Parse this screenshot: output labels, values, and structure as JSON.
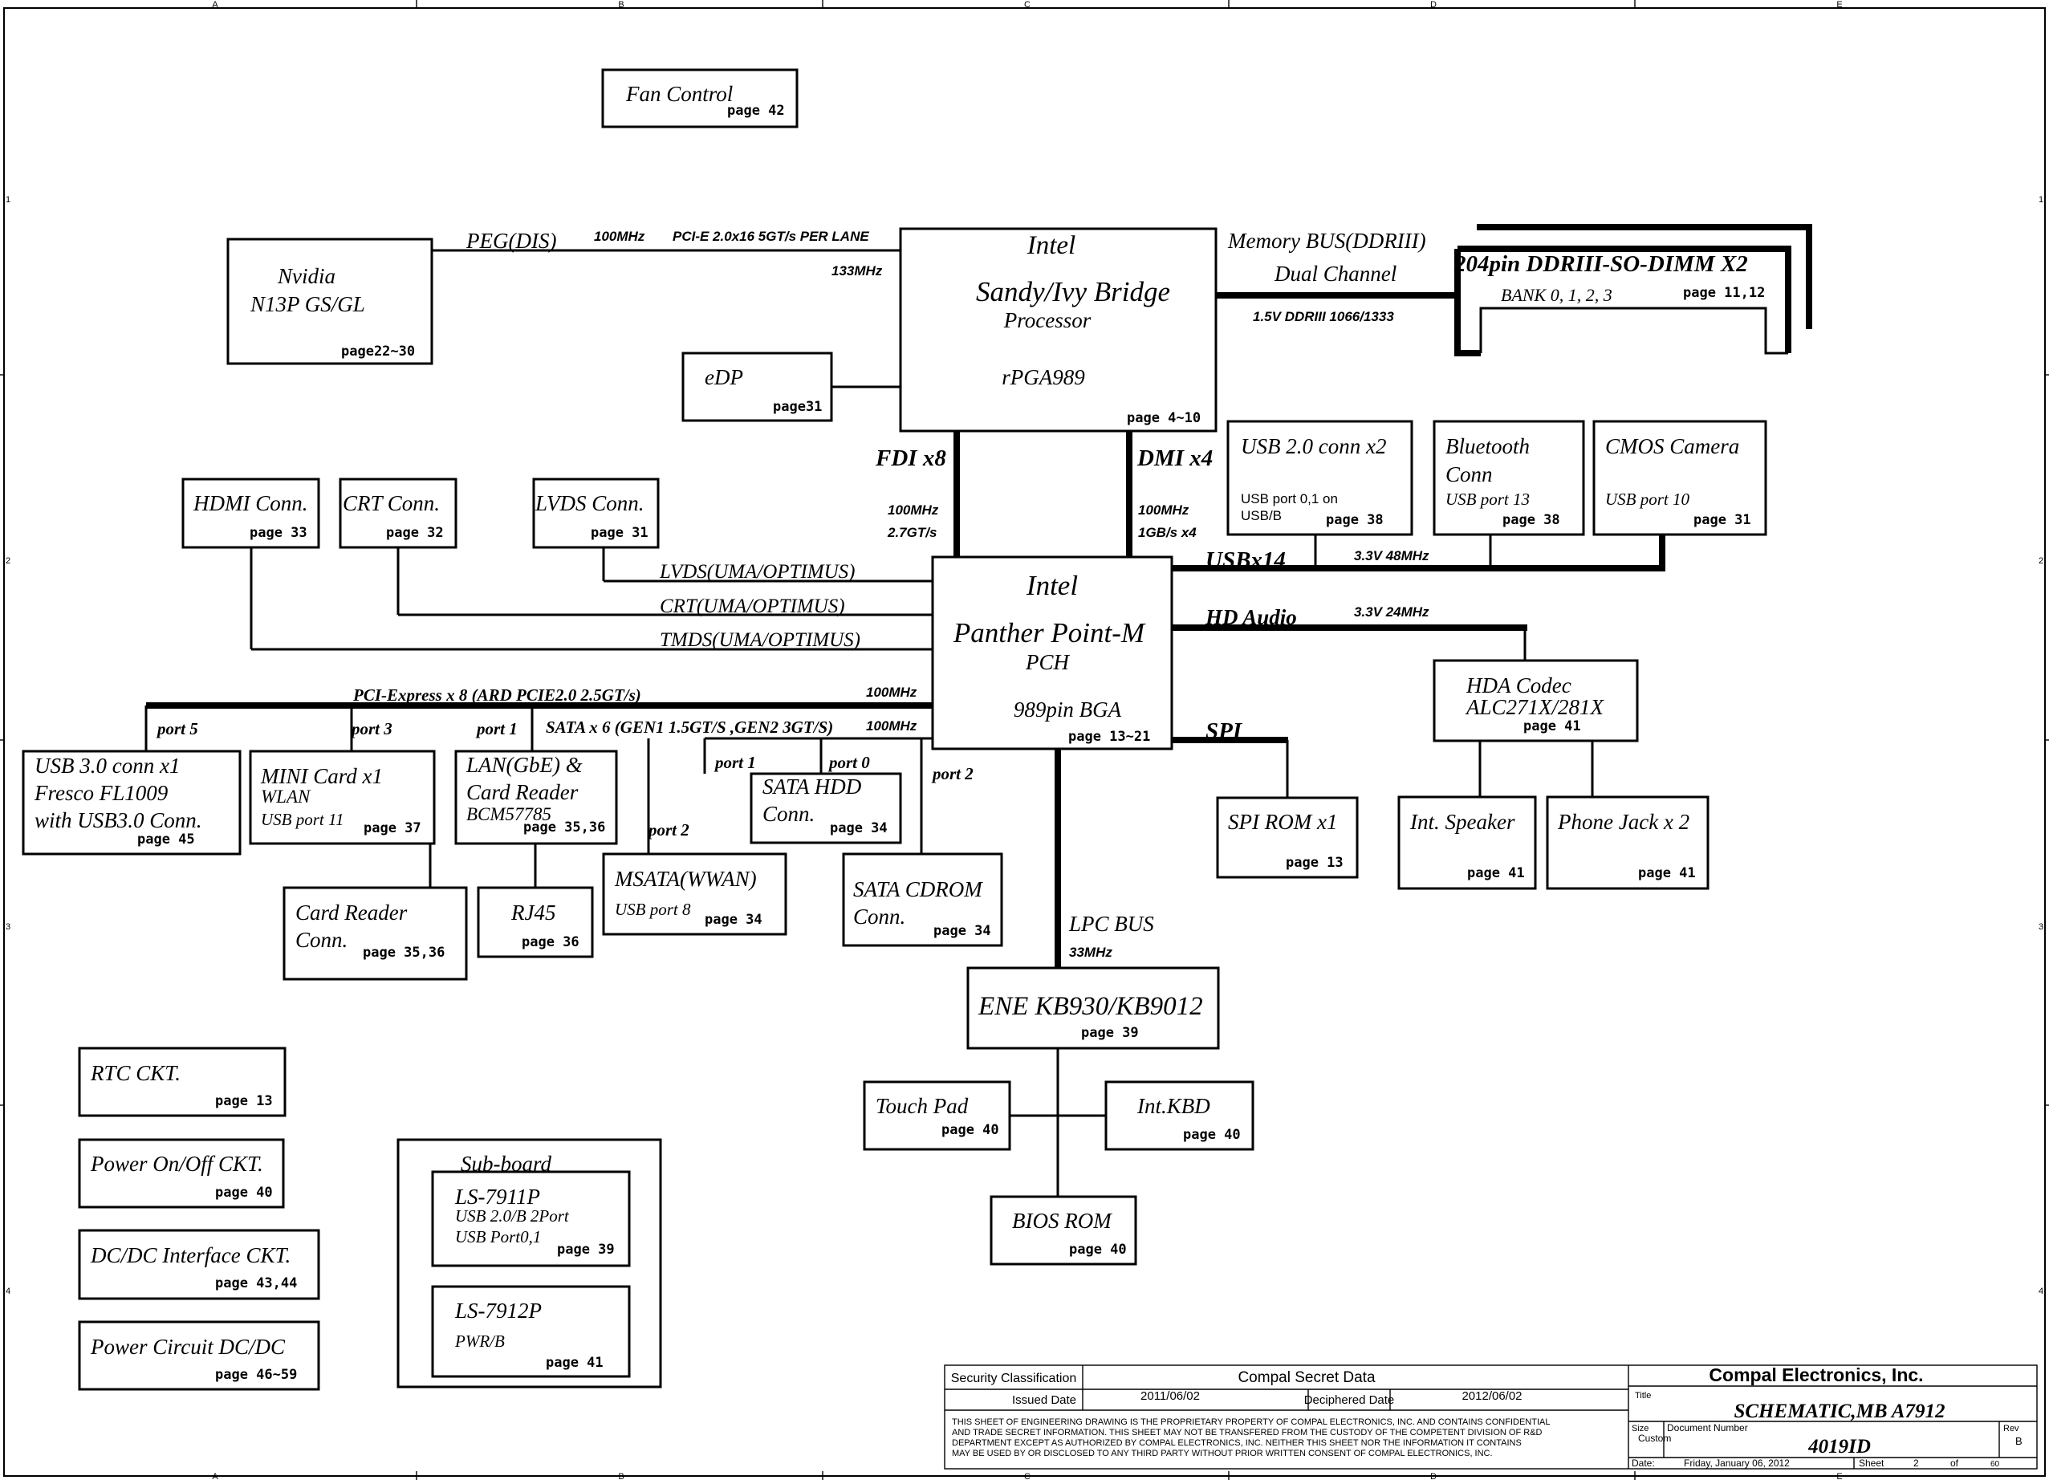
{
  "grid": {
    "columns": [
      "A",
      "B",
      "C",
      "D",
      "E"
    ],
    "rows": [
      "1",
      "2",
      "3",
      "4"
    ]
  },
  "blocks": {
    "fan": {
      "title": "Fan Control",
      "page": "page 42"
    },
    "nvidia": {
      "line1": "Nvidia",
      "line2": "N13P GS/GL",
      "page": "page22~30"
    },
    "cpu": {
      "line1": "Intel",
      "line2": "Sandy/Ivy Bridge",
      "line3": "Processor",
      "line4": "rPGA989",
      "page": "page 4~10"
    },
    "edp": {
      "title": "eDP",
      "page": "page31"
    },
    "dimm": {
      "title": "204pin DDRIII-SO-DIMM X2",
      "sub": "BANK 0, 1, 2, 3",
      "page": "page 11,12"
    },
    "usb20": {
      "title": "USB 2.0 conn x2",
      "sub1": "USB port 0,1 on",
      "sub2": "USB/B",
      "page": "page 38"
    },
    "bt": {
      "line1": "Bluetooth",
      "line2": "Conn",
      "sub": "USB port 13",
      "page": "page 38"
    },
    "cam": {
      "title": "CMOS Camera",
      "sub": "USB port 10",
      "page": "page 31"
    },
    "hdmi": {
      "title": "HDMI Conn.",
      "page": "page 33"
    },
    "crt": {
      "title": "CRT Conn.",
      "page": "page 32"
    },
    "lvds": {
      "title": "LVDS Conn.",
      "page": "page 31"
    },
    "pch": {
      "line1": "Intel",
      "line2": "Panther Point-M",
      "line3": "PCH",
      "line4": "989pin BGA",
      "page": "page 13~21"
    },
    "hda": {
      "line1": "HDA Codec",
      "line2": "ALC271X/281X",
      "page": "page 41"
    },
    "usb30": {
      "line1": "USB 3.0 conn x1",
      "line2": "Fresco FL1009",
      "line3": "with USB3.0 Conn.",
      "page": "page 45"
    },
    "mini": {
      "line1": "MINI Card x1",
      "line2": "WLAN",
      "sub": "USB port 11",
      "page": "page 37"
    },
    "lan": {
      "line1": "LAN(GbE) &",
      "line2": "Card Reader",
      "line3": "BCM57785",
      "page": "page 35,36"
    },
    "satahdd": {
      "line1": "SATA HDD",
      "line2": "Conn.",
      "page": "page 34"
    },
    "msata": {
      "title": "MSATA(WWAN)",
      "sub": "USB port 8",
      "page": "page 34"
    },
    "cdrom": {
      "line1": "SATA CDROM",
      "line2": "Conn.",
      "page": "page 34"
    },
    "cardreader": {
      "line1": "Card Reader",
      "line2": "Conn.",
      "page": "page 35,36"
    },
    "rj45": {
      "title": "RJ45",
      "page": "page 36"
    },
    "spirom": {
      "title": "SPI ROM x1",
      "page": "page 13"
    },
    "speaker": {
      "title": "Int. Speaker",
      "page": "page 41"
    },
    "phone": {
      "title": "Phone Jack x 2",
      "page": "page 41"
    },
    "ene": {
      "title": "ENE KB930/KB9012",
      "page": "page 39"
    },
    "touchpad": {
      "title": "Touch Pad",
      "page": "page 40"
    },
    "kbd": {
      "title": "Int.KBD",
      "page": "page 40"
    },
    "bios": {
      "title": "BIOS ROM",
      "page": "page 40"
    },
    "rtc": {
      "title": "RTC CKT.",
      "page": "page 13"
    },
    "power": {
      "title": "Power On/Off CKT.",
      "page": "page 40"
    },
    "dcdc": {
      "title": "DC/DC Interface CKT.",
      "page": "page 43,44"
    },
    "pcircuit": {
      "title": "Power Circuit DC/DC",
      "page": "page 46~59"
    },
    "subboard": {
      "title": "Sub-board"
    },
    "ls7911": {
      "title": "LS-7911P",
      "sub1": "USB 2.0/B 2Port",
      "sub2": "USB Port0,1",
      "page": "page 39"
    },
    "ls7912": {
      "title": "LS-7912P",
      "sub": "PWR/B",
      "page": "page 41"
    }
  },
  "signals": {
    "peg": "PEG(DIS)",
    "peg_clk": "100MHz",
    "pcie_spec": "PCI-E 2.0x16  5GT/s PER LANE",
    "peg_133": "133MHz",
    "mem_bus": "Memory BUS(DDRIII)",
    "dual": "Dual Channel",
    "ddr_spec": "1.5V DDRIII 1066/1333",
    "fdi": "FDI x8",
    "fdi_clk": "100MHz",
    "fdi_rate": "2.7GT/s",
    "dmi": "DMI x4",
    "dmi_clk": "100MHz",
    "dmi_rate": "1GB/s x4",
    "usb14": "USBx14",
    "usb_clk": "3.3V 48MHz",
    "hd_audio": "HD Audio",
    "hda_clk": "3.3V 24MHz",
    "lvds_sig": "LVDS(UMA/OPTIMUS)",
    "crt_sig": "CRT(UMA/OPTIMUS)",
    "tmds_sig": "TMDS(UMA/OPTIMUS)",
    "pcie_x8": "PCI-Express x 8  (ARD PCIE2.0 2.5GT/s)",
    "pcie_clk": "100MHz",
    "sata_x6": "SATA x 6 (GEN1 1.5GT/S ,GEN2 3GT/S)",
    "sata_clk": "100MHz",
    "port5": "port 5",
    "port3": "port 3",
    "port1_pcie": "port 1",
    "port1_sata": "port 1",
    "port0": "port 0",
    "port2_sata": "port 2",
    "port2_msata": "port 2",
    "spi": "SPI",
    "lpc": "LPC BUS",
    "lpc_clk": "33MHz"
  },
  "title_block": {
    "security_label": "Security Classification",
    "security_value": "Compal Secret Data",
    "issued_label": "Issued Date",
    "issued_value": "2011/06/02",
    "deciphered_label": "Deciphered Date",
    "deciphered_value": "2012/06/02",
    "notice1": "THIS SHEET OF ENGINEERING DRAWING IS THE PROPRIETARY PROPERTY OF COMPAL ELECTRONICS, INC. AND CONTAINS CONFIDENTIAL",
    "notice2": "AND TRADE SECRET INFORMATION. THIS SHEET MAY NOT BE TRANSFERED FROM THE CUSTODY OF THE COMPETENT DIVISION OF R&D",
    "notice3": "DEPARTMENT EXCEPT AS AUTHORIZED BY COMPAL ELECTRONICS, INC. NEITHER THIS SHEET NOR THE INFORMATION IT CONTAINS",
    "notice4": "MAY BE USED BY OR DISCLOSED TO ANY THIRD PARTY WITHOUT PRIOR WRITTEN CONSENT OF COMPAL ELECTRONICS, INC.",
    "company": "Compal Electronics, Inc.",
    "title_label": "Title",
    "title": "SCHEMATIC,MB A7912",
    "size_label": "Size",
    "size_value": "Custom",
    "docnum_label": "Document Number",
    "docnum": "4019ID",
    "rev_label": "Rev",
    "rev": "B",
    "date_label": "Date:",
    "date": "Friday, January 06, 2012",
    "sheet_label": "Sheet",
    "sheet": "2",
    "of_label": "of",
    "total": "60"
  }
}
